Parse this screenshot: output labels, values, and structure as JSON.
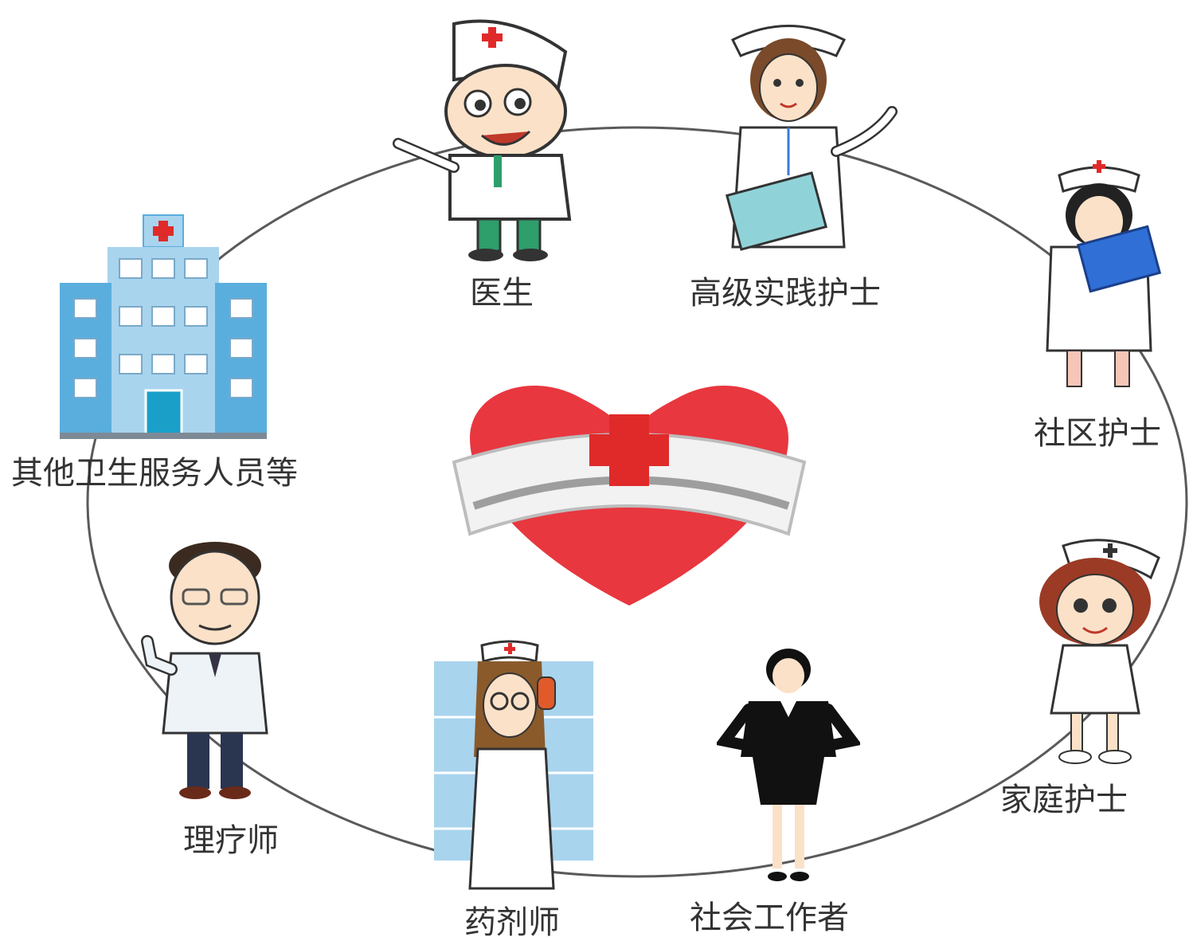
{
  "colors": {
    "ring": "#5a5a5a",
    "label_text": "#333333",
    "heart_red": "#e8373f",
    "cross_red": "#e02a2a",
    "cap_white": "#f2f2f2",
    "building_blue": "#5aaede"
  },
  "center": {
    "icon": "heart-nurse-cap-icon"
  },
  "roles": [
    {
      "id": "doctor",
      "label": "医生",
      "icon": "doctor-icon"
    },
    {
      "id": "advanced-practice-nurse",
      "label": "高级实践护士",
      "icon": "nurse-with-clipboard-icon"
    },
    {
      "id": "community-nurse",
      "label": "社区护士",
      "icon": "community-nurse-icon"
    },
    {
      "id": "family-nurse",
      "label": "家庭护士",
      "icon": "family-nurse-icon"
    },
    {
      "id": "social-worker",
      "label": "社会工作者",
      "icon": "social-worker-icon"
    },
    {
      "id": "pharmacist",
      "label": "药剂师",
      "icon": "pharmacist-icon"
    },
    {
      "id": "physiotherapist",
      "label": "理疗师",
      "icon": "physiotherapist-icon"
    },
    {
      "id": "other-health-staff",
      "label": "其他卫生服务人员等",
      "icon": "hospital-building-icon"
    }
  ]
}
